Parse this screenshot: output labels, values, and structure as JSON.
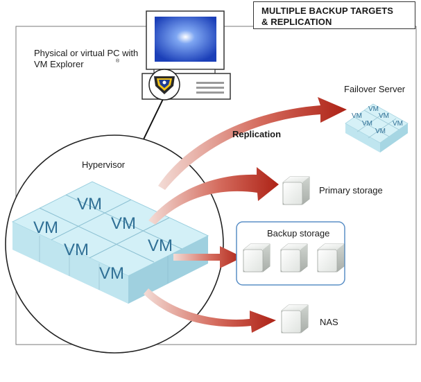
{
  "title": {
    "line1": "MULTIPLE BACKUP TARGETS",
    "line2": "& REPLICATION"
  },
  "pc_label": {
    "line1": "Physical or virtual PC with",
    "line2": "VM Explorer",
    "mark": "®"
  },
  "hypervisor": {
    "label": "Hypervisor",
    "vm_labels": [
      "VM",
      "VM",
      "VM",
      "VM",
      "VM",
      "VM"
    ]
  },
  "replication_label": "Replication",
  "failover": {
    "label": "Failover Server",
    "vm_labels": [
      "VM",
      "VM",
      "VM",
      "VM",
      "VM",
      "VM"
    ]
  },
  "primary_storage": {
    "label": "Primary storage"
  },
  "backup_storage": {
    "label": "Backup storage"
  },
  "nas": {
    "label": "NAS"
  },
  "colors": {
    "arrow_dark": "#b0261b",
    "arrow_light": "#f1cfc8",
    "vm_top": "#cdeef5",
    "vm_side": "#9cd3e2",
    "vm_text": "#2f6f95",
    "backup_border": "#5a8fc6",
    "monitor_blue": "#1d49c4"
  }
}
